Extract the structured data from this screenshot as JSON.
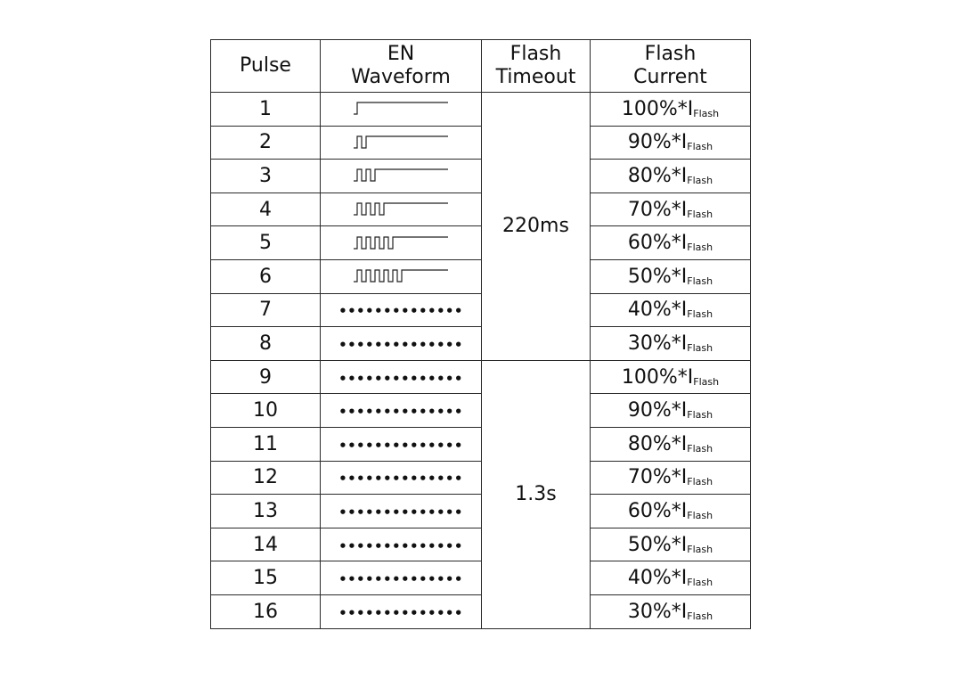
{
  "headers": {
    "pulse": "Pulse",
    "waveform_line1": "EN",
    "waveform_line2": "Waveform",
    "timeout_line1": "Flash",
    "timeout_line2": "Timeout",
    "current_line1": "Flash",
    "current_line2": "Current"
  },
  "timeouts": [
    "220ms",
    "1.3s"
  ],
  "current_symbol": "*I",
  "current_subscript": "Flash",
  "dots_text": "••••••••••••••",
  "rows": [
    {
      "pulse": "1",
      "wave_pulses": 1,
      "percent": "100%"
    },
    {
      "pulse": "2",
      "wave_pulses": 2,
      "percent": "90%"
    },
    {
      "pulse": "3",
      "wave_pulses": 3,
      "percent": "80%"
    },
    {
      "pulse": "4",
      "wave_pulses": 4,
      "percent": "70%"
    },
    {
      "pulse": "5",
      "wave_pulses": 5,
      "percent": "60%"
    },
    {
      "pulse": "6",
      "wave_pulses": 6,
      "percent": "50%"
    },
    {
      "pulse": "7",
      "wave_pulses": 0,
      "percent": "40%"
    },
    {
      "pulse": "8",
      "wave_pulses": 0,
      "percent": "30%"
    },
    {
      "pulse": "9",
      "wave_pulses": 0,
      "percent": "100%"
    },
    {
      "pulse": "10",
      "wave_pulses": 0,
      "percent": "90%"
    },
    {
      "pulse": "11",
      "wave_pulses": 0,
      "percent": "80%"
    },
    {
      "pulse": "12",
      "wave_pulses": 0,
      "percent": "70%"
    },
    {
      "pulse": "13",
      "wave_pulses": 0,
      "percent": "60%"
    },
    {
      "pulse": "14",
      "wave_pulses": 0,
      "percent": "50%"
    },
    {
      "pulse": "15",
      "wave_pulses": 0,
      "percent": "40%"
    },
    {
      "pulse": "16",
      "wave_pulses": 0,
      "percent": "30%"
    }
  ]
}
